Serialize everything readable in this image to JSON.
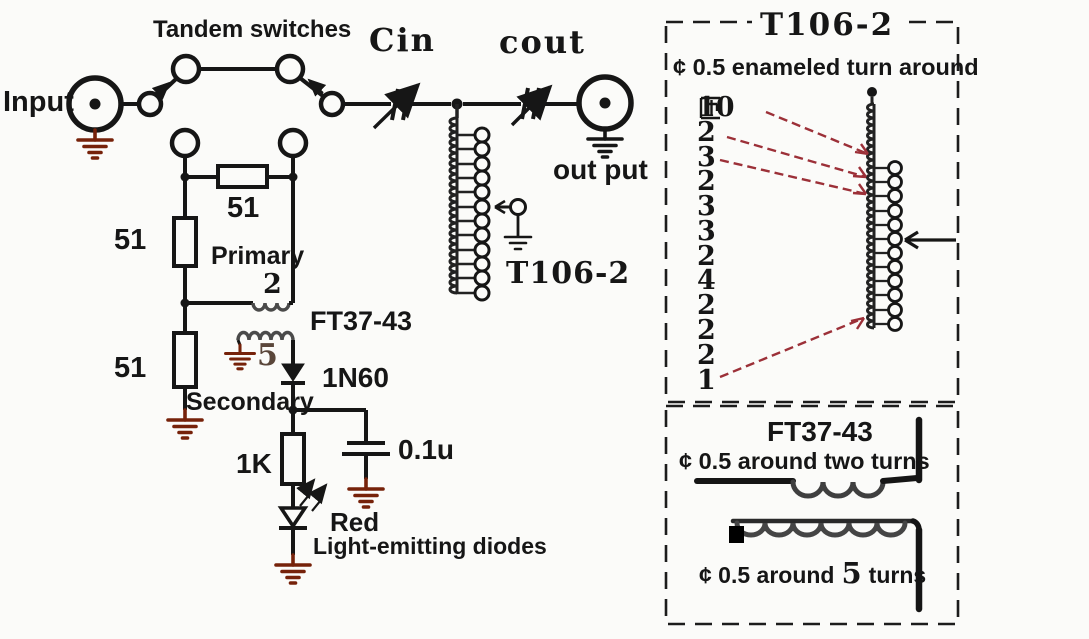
{
  "schematic": {
    "labels": {
      "input": "Input",
      "tandem_switches": "Tandem switches",
      "cin": "Cin",
      "cout": "cout",
      "output": "out put",
      "bridge_resistor_top": "51",
      "bridge_resistor_left": "51",
      "bridge_resistor_lower": "51",
      "primary": "Primary",
      "primary_turns": "2",
      "transformer": "FT37-43",
      "secondary_turns": "5",
      "secondary": "Secondary",
      "detector_diode": "1N60",
      "load_resistor": "1K",
      "filter_cap": "0.1u",
      "led_color": "Red",
      "led": "Light-emitting diodes",
      "tuning_inductor": "T106-2"
    }
  },
  "right_panel": {
    "t106": {
      "title": "T106-2",
      "wire_note": "¢ 0.5 enameled turn around",
      "turns_unit_cjk": "匝",
      "turns": [
        "10",
        "2",
        "3",
        "2",
        "3",
        "3",
        "2",
        "4",
        "2",
        "2",
        "2",
        "1"
      ]
    },
    "ft37": {
      "title": "FT37-43",
      "primary_note": "¢ 0.5 around two turns",
      "secondary_note_prefix": "¢ 0.5 around",
      "secondary_note_turns": "5",
      "secondary_note_suffix": "turns"
    }
  },
  "colors": {
    "ink": "#161616",
    "ground_red": "#76220a",
    "arrow_red": "#9c3038"
  }
}
